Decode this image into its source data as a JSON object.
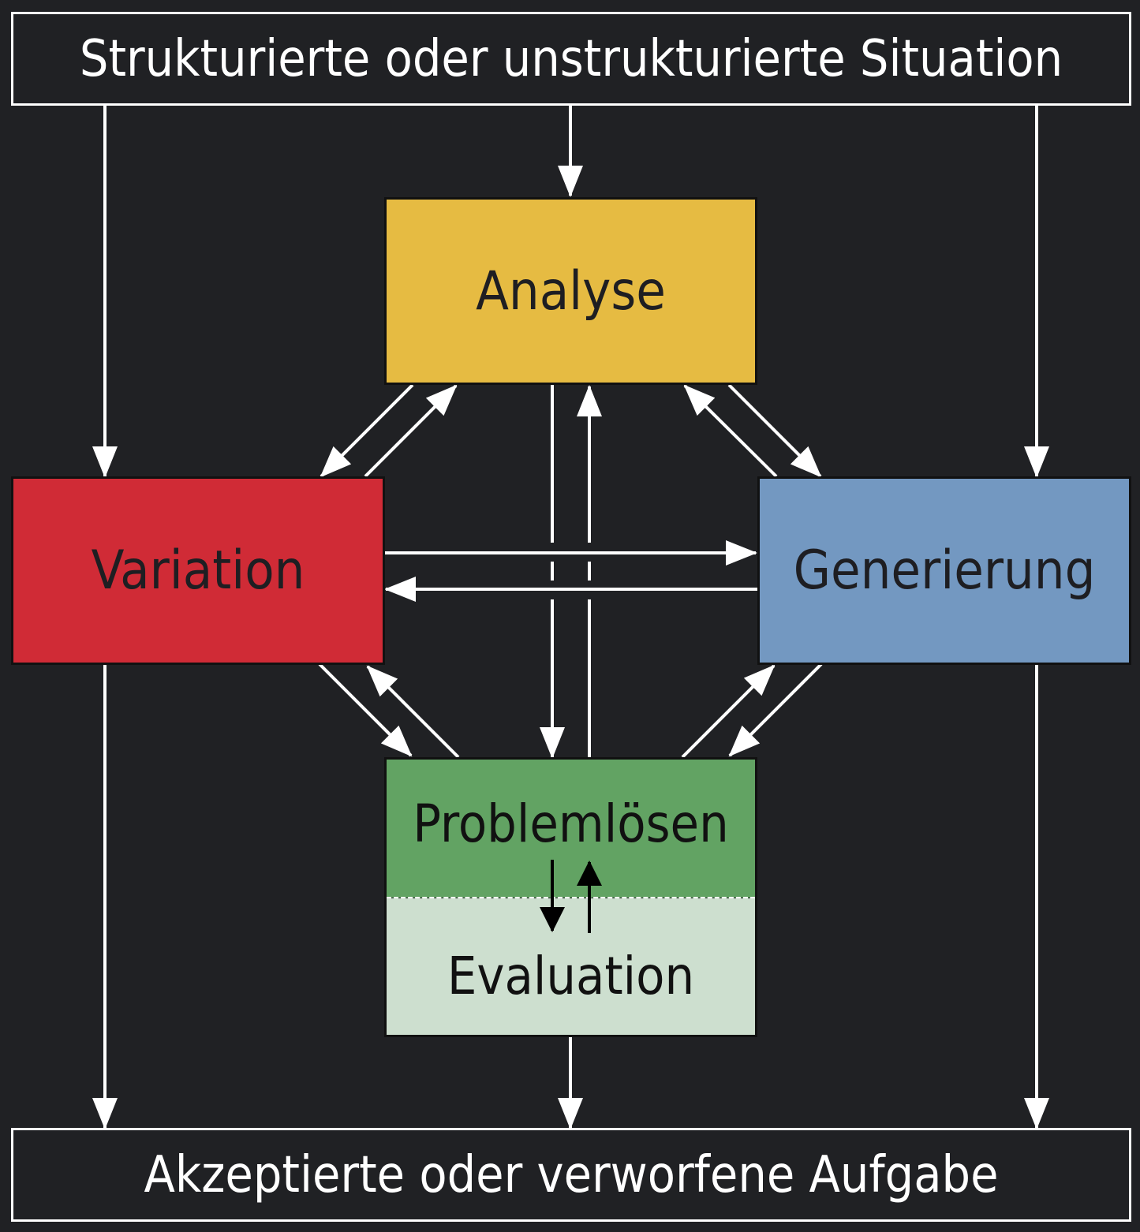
{
  "title_top": "Strukturierte oder unstrukturierte Situation",
  "title_bottom": "Akzeptierte oder verworfene Aufgabe",
  "nodes": {
    "analyse": {
      "label": "Analyse",
      "color": "#e6bb42"
    },
    "variation": {
      "label": "Variation",
      "color": "#d02b36"
    },
    "generierung": {
      "label": "Generierung",
      "color": "#7398c1"
    },
    "problemloesen": {
      "label": "Problemlösen",
      "color": "#62a363"
    },
    "evaluation": {
      "label": "Evaluation",
      "color": "#cddfcf"
    }
  },
  "colors": {
    "background": "#202124",
    "arrow": "#ffffff",
    "inner_arrow": "#000000"
  }
}
